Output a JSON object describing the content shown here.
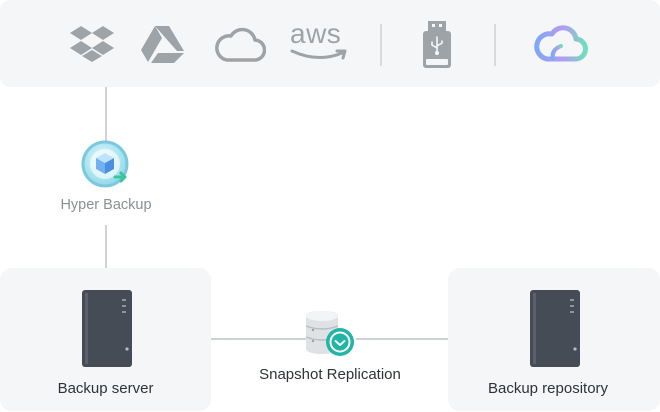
{
  "destinations": {
    "icons": [
      "dropbox-icon",
      "google-drive-icon",
      "cloud-icon",
      "aws-logo",
      "usb-drive-icon",
      "synology-c2-icon"
    ],
    "aws_text": "aws"
  },
  "nodes": {
    "hyper_backup": "Hyper Backup",
    "backup_server": "Backup server",
    "snapshot_replication": "Snapshot Replication",
    "backup_repository": "Backup repository"
  },
  "colors": {
    "panel_bg": "#f5f6f8",
    "icon_gray": "#9ea3a8",
    "line_gray": "#cfd2d6",
    "c2_gradient_start": "#7ea8f5",
    "c2_gradient_end": "#6fe0b9",
    "replication_accent": "#21b5a7",
    "nas_body": "#454c55"
  }
}
